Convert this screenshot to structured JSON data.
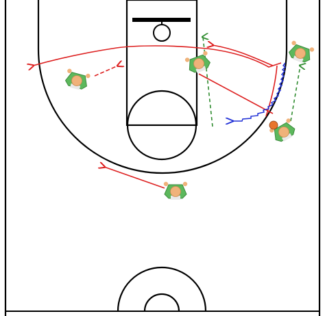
{
  "diagram": {
    "colors": {
      "court_lines": "#000000",
      "pass_arrow": "#2e8b2e",
      "cut_arrow": "#dd1f1f",
      "dribble_arrow": "#1f2fd6",
      "player_jersey": "#5cb85c",
      "player_skin": "#f0b27a",
      "ball": "#e8742c"
    },
    "players": [
      {
        "id": "p1",
        "icon": "player-icon",
        "has_ball": false
      },
      {
        "id": "p2",
        "icon": "player-icon",
        "has_ball": false
      },
      {
        "id": "p3",
        "icon": "player-icon",
        "has_ball": false
      },
      {
        "id": "p4",
        "icon": "player-icon",
        "has_ball": true
      },
      {
        "id": "p5",
        "icon": "player-icon",
        "has_ball": false
      }
    ],
    "arrows": [
      {
        "id": "cut-top-left",
        "kind": "cut"
      },
      {
        "id": "cut-short-wing",
        "kind": "cut"
      },
      {
        "id": "cut-diagonal",
        "kind": "cut"
      },
      {
        "id": "cut-from-bottom",
        "kind": "cut"
      },
      {
        "id": "pass-to-top",
        "kind": "pass"
      },
      {
        "id": "pass-to-corner",
        "kind": "pass"
      },
      {
        "id": "dribble-baseline",
        "kind": "dribble"
      }
    ]
  }
}
